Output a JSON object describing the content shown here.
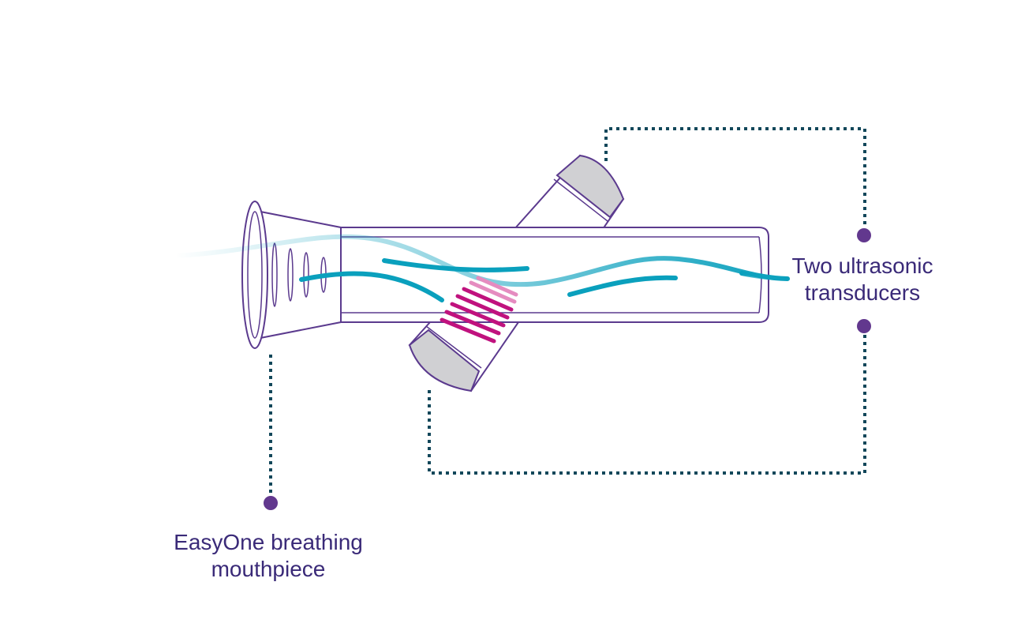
{
  "colors": {
    "outline": "#5b3a8e",
    "text": "#3a2a78",
    "flow": "#0aa0bd",
    "connector": "#12475a",
    "dot": "#62388e",
    "transducer_cap": "#d0d0d3",
    "signal": "#c0127e",
    "signal_light": "#e58cc0",
    "background": "#ffffff"
  },
  "labels": {
    "transducers_line1": "Two ultrasonic",
    "transducers_line2": "transducers",
    "mouthpiece_line1": "EasyOne breathing",
    "mouthpiece_line2": "mouthpiece"
  }
}
